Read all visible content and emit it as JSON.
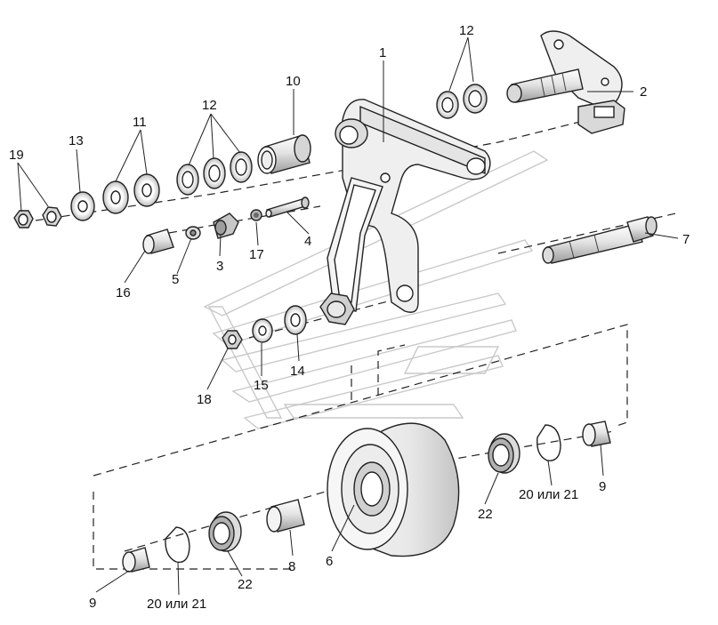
{
  "diagram": {
    "labels": {
      "l1": "1",
      "l2": "2",
      "l3": "3",
      "l4": "4",
      "l5": "5",
      "l6": "6",
      "l7": "7",
      "l8": "8",
      "l9a": "9",
      "l9b": "9",
      "l10": "10",
      "l11": "11",
      "l12a": "12",
      "l12b": "12",
      "l13": "13",
      "l14": "14",
      "l15": "15",
      "l16": "16",
      "l17": "17",
      "l18": "18",
      "l19": "19",
      "l20a": "20 или 21",
      "l20b": "20 или 21",
      "l22a": "22",
      "l22b": "22"
    },
    "colors": {
      "line": "#222222",
      "part_light": "#f2f2f2",
      "part_mid": "#d8d8d8",
      "part_dark": "#a9a9a9",
      "watermark": "#c9c9c9"
    }
  }
}
